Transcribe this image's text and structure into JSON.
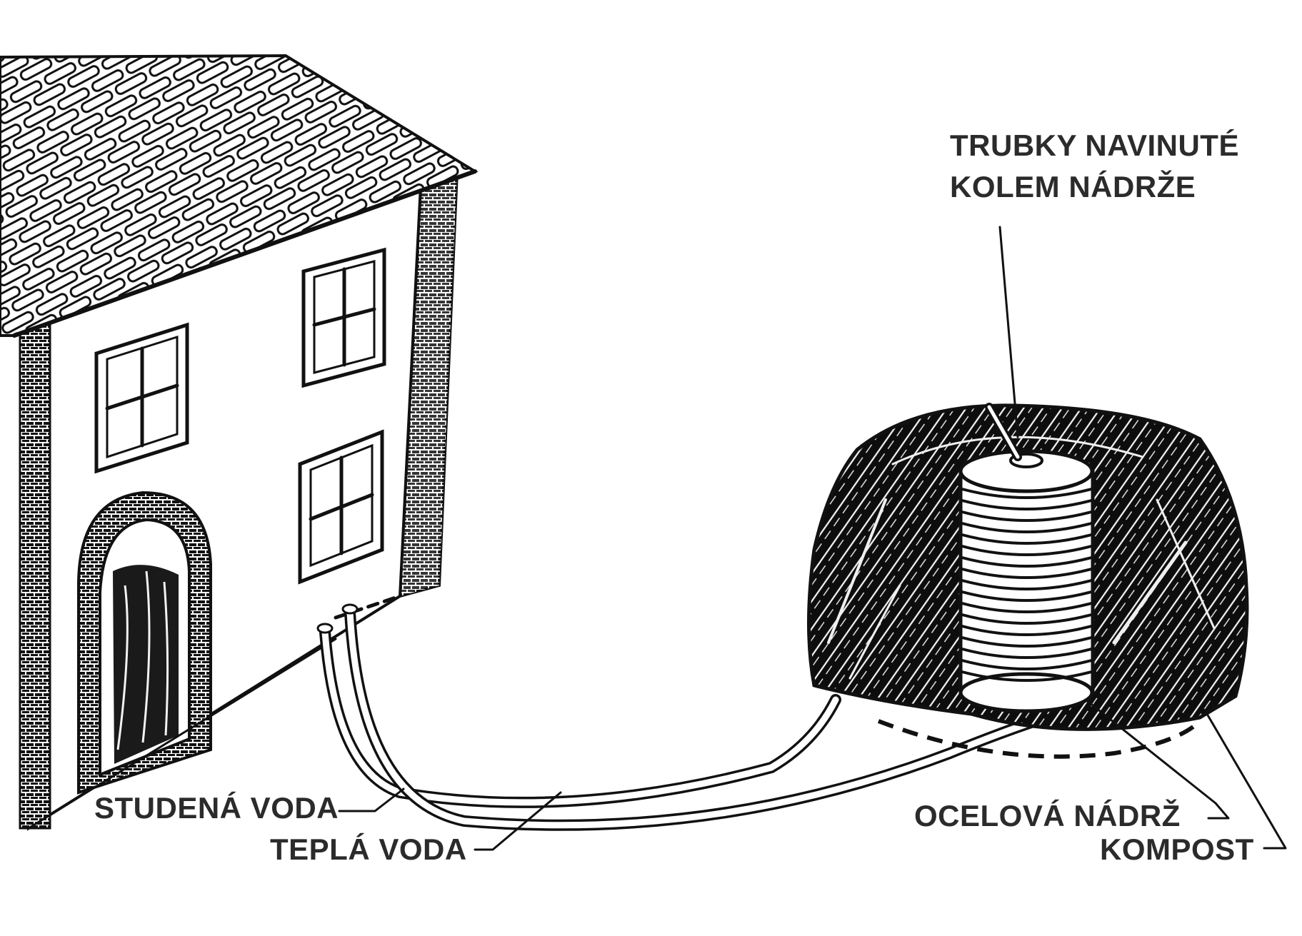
{
  "labels": {
    "pipes_coiled": [
      "TRUBKY NAVINUTÉ",
      "KOLEM NÁDRŽE"
    ],
    "cold_water": "STUDENÁ VODA",
    "hot_water": "TEPLÁ VODA",
    "steel_tank": "OCELOVÁ NÁDRŽ",
    "compost": "KOMPOST"
  },
  "colors": {
    "ink": "#111111",
    "label_text": "#2b2b2b",
    "background": "#ffffff"
  }
}
